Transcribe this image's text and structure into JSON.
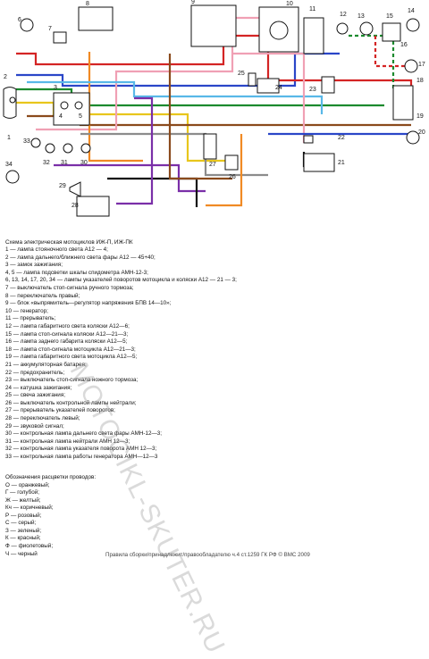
{
  "diagram": {
    "component_numbers": [
      "1",
      "2",
      "3",
      "4",
      "5",
      "6",
      "7",
      "8",
      "9",
      "10",
      "11",
      "12",
      "13",
      "14",
      "15",
      "16",
      "17",
      "18",
      "19",
      "20",
      "21",
      "22",
      "23",
      "24",
      "25",
      "26",
      "27",
      "28",
      "29",
      "30",
      "31",
      "32",
      "33",
      "34"
    ],
    "colors": {
      "red": "#d42424",
      "blue": "#2a46c8",
      "green": "#1c8a2e",
      "yellow": "#e8c61c",
      "brown": "#8a4a1c",
      "pink": "#f0a0b4",
      "violet": "#7a2fa8",
      "orange": "#f08a24",
      "lightblue": "#59b8e8",
      "gray": "#8c8c8c",
      "black": "#111111",
      "lightgreen": "#66c655"
    }
  },
  "legend": {
    "title": "Схема электрическая мотоциклов ИЖ-П, ИЖ-ПК",
    "items": [
      "1 — лампа стояночного света А12 — 4;",
      "2 — лампа дальнего/ближнего света фары А12 — 45+40;",
      "3 — замок зажигания;",
      "4, 5 — лампа подсветки шкалы спидометра АМН-12-3;",
      "6, 13, 14, 17, 20, 34 — лампы указателей поворотов мотоцикла и коляски А12 — 21 — 3;",
      "7 — выключатель стоп-сигнала ручного тормоза;",
      "8 — переключатель правый;",
      "9 — блок «выпрямитель—регулятор напряжения БПВ 14—10»;",
      "10 — генератор;",
      "11 — прерыватель;",
      "12 — лампа габаритного света коляски А12—6;",
      "15 — лампа стоп-сигнала коляски А12—21—3;",
      "16 — лампа заднего габарита коляски А12—5;",
      "18 — лампа стоп-сигнала мотоцикла А12—21—3;",
      "19 — лампа габаритного света мотоцикла А12—5;",
      "21 — аккумуляторная батарея;",
      "22 — предохранитель;",
      "23 — выключатель стоп-сигнала ножного тормоза;",
      "24 — катушка зажигания;",
      "25 — свеча зажигания;",
      "26 — выключатель контрольной лампы нейтрали;",
      "27 — прерыватель указателей поворотов;",
      "28 — переключатель левый;",
      "29 — звуковой сигнал;",
      "30 — контрольная лампа дальнего света фары АМН-12—3;",
      "31 — контрольная лампа нейтрали АМН 12—3;",
      "32 — контрольная лампа указателя поворота АМН 12—3;",
      "33 — контрольная лампа работы генератора АМН—12—3"
    ]
  },
  "color_codes": {
    "title": "Обозначения расцветки проводов:",
    "items": [
      "О — оранжевый;",
      "Г — голубой;",
      "Ж — желтый;",
      "Кч — коричневый;",
      "Р — розовый;",
      "С — серый;",
      "З — зеленый;",
      "К — красный;",
      "Ф — фиолетовый;",
      "Ч — черный"
    ]
  },
  "footer": "Правила сборки/принадлежит/правообладателю ч.4 ст.1259 ГК РФ © ВМС 2009",
  "watermark": "MOTOCIKL-SKUTER.RU"
}
